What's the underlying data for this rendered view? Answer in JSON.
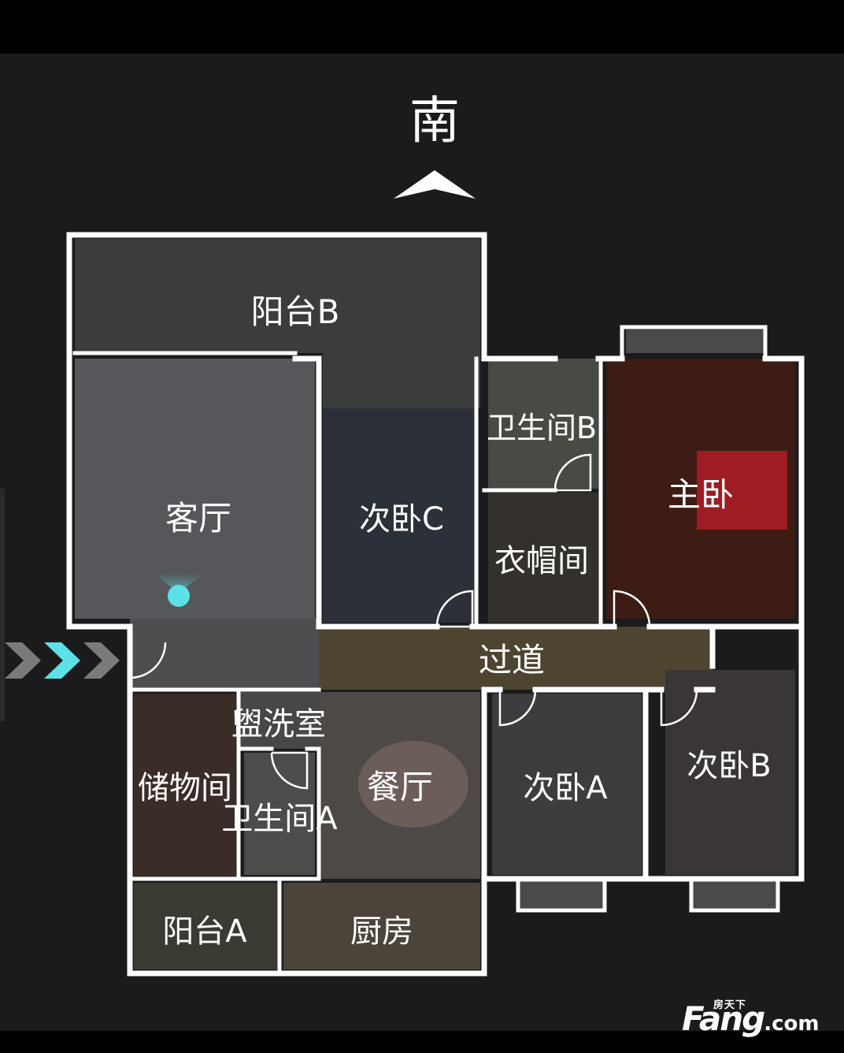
{
  "compass": {
    "label": "南"
  },
  "rooms": {
    "balcony_b": "阳台B",
    "living_room": "客厅",
    "bedroom_c": "次卧C",
    "bathroom_b": "卫生间B",
    "cloakroom": "衣帽间",
    "master_bedroom": "主卧",
    "corridor": "过道",
    "washroom": "盥洗室",
    "storage_room": "储物间",
    "bathroom_a": "卫生间A",
    "dining_room": "餐厅",
    "bedroom_a": "次卧A",
    "bedroom_b": "次卧B",
    "balcony_a": "阳台A",
    "kitchen": "厨房"
  },
  "watermark": {
    "text_cn": "房天下",
    "text_en": "Fang",
    "text_com": ".com"
  },
  "colors": {
    "background": "#000000",
    "canvas": "#1b1b1d",
    "wall": "#ffffff",
    "marker": "#5ce1e6",
    "entry_arrow": "#7a7a7a"
  }
}
